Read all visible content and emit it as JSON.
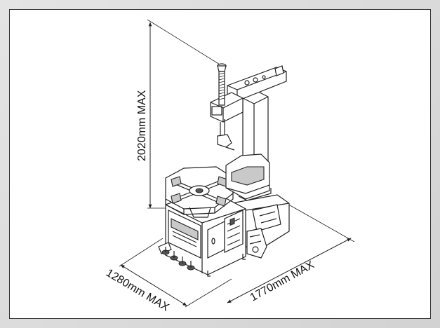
{
  "dimensions": {
    "height": "2020mm MAX",
    "depth": "1280mm MAX",
    "width": "1770mm MAX"
  }
}
